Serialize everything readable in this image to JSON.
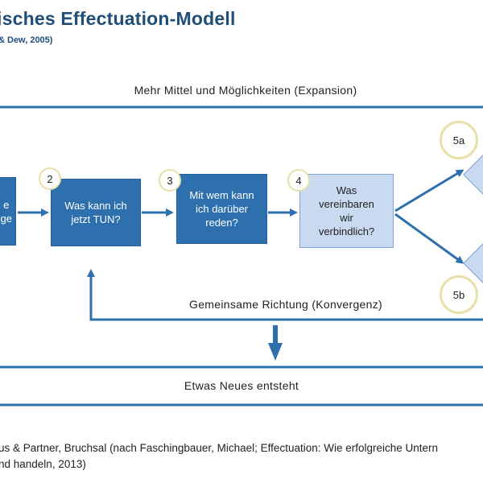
{
  "header": {
    "title": "isches Effectuation-Modell",
    "subtitle": "& Dew, 2005)"
  },
  "labels": {
    "expansion": "Mehr Mittel und Möglichkeiten (Expansion)",
    "convergence": "Gemeinsame Richtung (Konvergenz)",
    "result": "Etwas Neues entsteht"
  },
  "steps": [
    {
      "number": "",
      "text": "e\nge"
    },
    {
      "number": "2",
      "text": "Was kann ich\njetzt TUN?"
    },
    {
      "number": "3",
      "text": "Mit wem kann\nich darüber\nreden?"
    },
    {
      "number": "4",
      "text": "Was\nvereinbaren\nwir\nverbindlich?"
    }
  ],
  "branches": [
    {
      "number": "5a"
    },
    {
      "number": "5b"
    }
  ],
  "footer": {
    "line1": "us & Partner, Bruchsal (nach Faschingbauer, Michael; Effectuation: Wie erfolgreiche Untern",
    "line2": "nd handeln, 2013)"
  },
  "colors": {
    "dark_box": "#2e6fad",
    "light_box": "#c9daf0",
    "arrow": "#2e6fad",
    "title": "#1f4e79",
    "number_ring": "#e8e0a8"
  }
}
